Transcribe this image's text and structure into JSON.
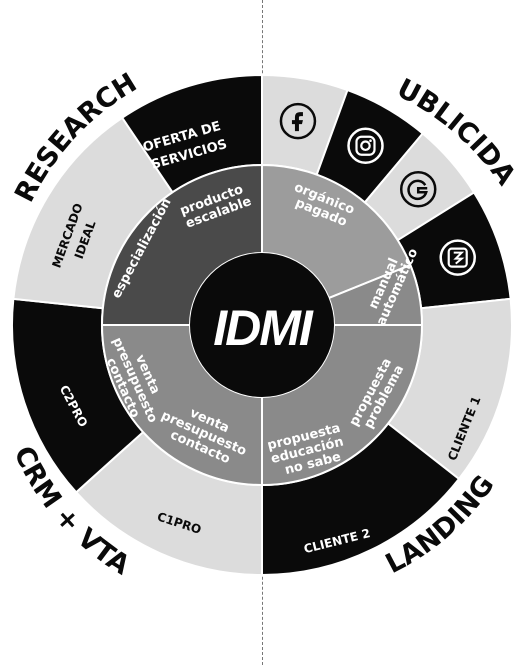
{
  "logo": "IDMI",
  "colors": {
    "black": "#0a0a0a",
    "white": "#ffffff",
    "light_gray": "#dcdcdc",
    "mid_gray": "#9c9c9c",
    "gray": "#8a8a8a",
    "dark_gray": "#4a4a4a"
  },
  "quadrants": {
    "research": "RESEARCH",
    "publicidad": "PUBLICIDAD",
    "crm": "CRM + VTA",
    "landing": "LANDING"
  },
  "outer_ring": {
    "oferta": [
      "OFERTA DE",
      "SERVICIOS"
    ],
    "mercado": [
      "MERCADO",
      "IDEAL"
    ],
    "c2pro": "C2PRO",
    "c1pro": "C1PRO",
    "cliente2": "CLIENTE 2",
    "cliente1": "CLIENTE 1",
    "social_icons": [
      "facebook-icon",
      "instagram-icon",
      "google-icon",
      "ads-icon"
    ]
  },
  "inner_ring": {
    "producto": [
      "producto",
      "escalable"
    ],
    "especializacion": "especialización",
    "organico": [
      "orgánico",
      "pagado"
    ],
    "manual": [
      "manual",
      "automático"
    ],
    "propuesta_problema": [
      "propuesta",
      "problema"
    ],
    "propuesta_educacion": [
      "propuesta",
      "educación",
      "no sabe"
    ],
    "venta_a": [
      "venta",
      "presupuesto",
      "contacto"
    ],
    "venta_b": [
      "venta",
      "presupuesto",
      "contacto"
    ]
  }
}
